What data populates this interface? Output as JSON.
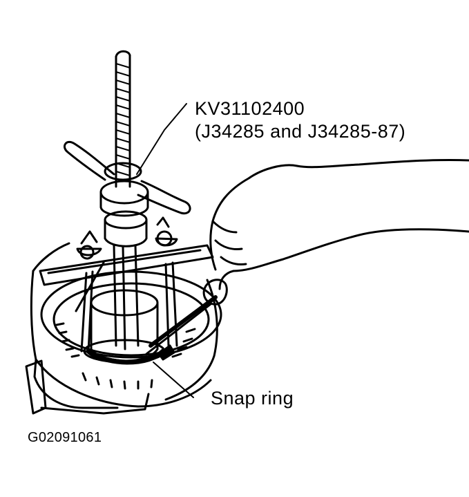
{
  "callouts": {
    "tool_number": "KV31102400",
    "tool_alternates": "(J34285 and J34285-87)",
    "part": "Snap ring"
  },
  "figure_id": "G02091061",
  "colors": {
    "line": "#000000",
    "background": "#ffffff"
  }
}
